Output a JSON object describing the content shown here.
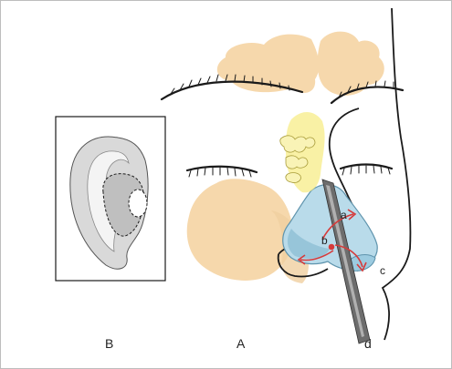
{
  "figure": {
    "panel_labels": {
      "ear_panel": "B",
      "face_panel": "A",
      "nose_side": "d"
    },
    "region_labels": {
      "a": "a",
      "b": "b",
      "c": "c"
    }
  },
  "colors": {
    "sinus_fill": "#f6d8ac",
    "cartilage_fill": "#b9dbea",
    "cartilage_dark": "#5f94ad",
    "graft_yellow": "#f7ec87",
    "arrow_red": "#d63b3b",
    "line": "#1a1a1a"
  }
}
